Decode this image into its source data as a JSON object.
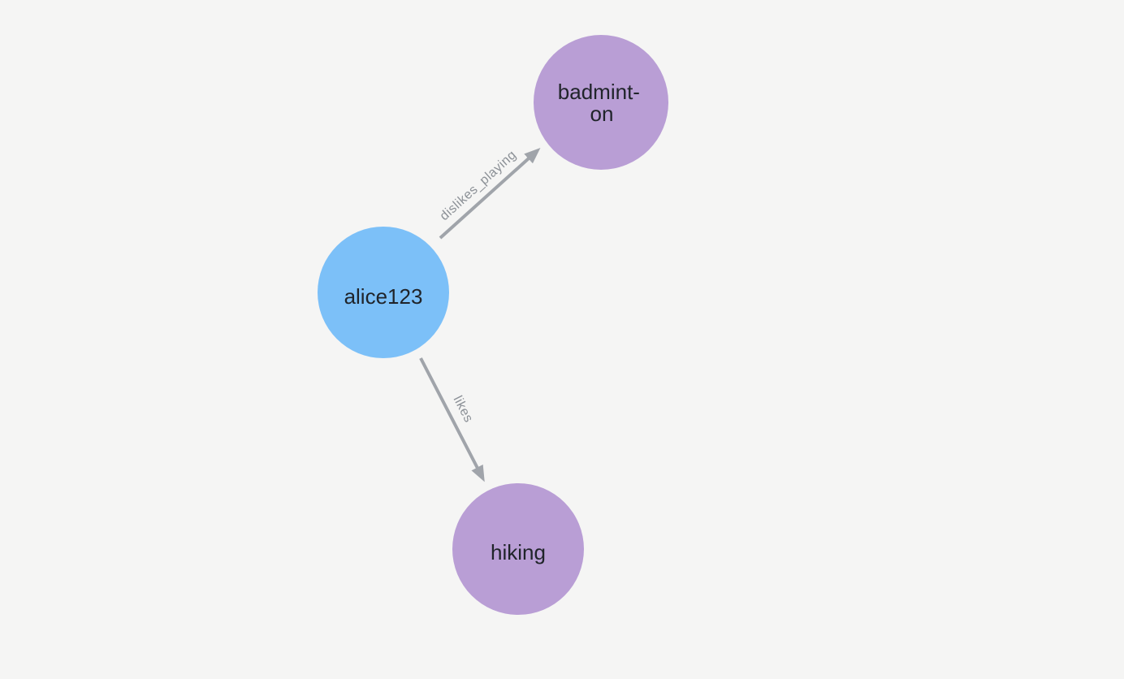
{
  "canvas": {
    "background_color": "#f5f5f4"
  },
  "graph": {
    "nodes": [
      {
        "lines": [
          "alice123"
        ],
        "fill": "#7cc0f8",
        "text_color": "#20242a"
      },
      {
        "lines": [
          "badmint-",
          "on"
        ],
        "fill": "#b99ed5",
        "text_color": "#20242a"
      },
      {
        "lines": [
          "hiking"
        ],
        "fill": "#b99ed5",
        "text_color": "#20242a"
      }
    ],
    "edges": [
      {
        "label": "dislikes_playing",
        "source": "alice123",
        "target": "badminton",
        "stroke": "#a0a4aa",
        "label_color": "#8b9096"
      },
      {
        "label": "likes",
        "source": "alice123",
        "target": "hiking",
        "stroke": "#a0a4aa",
        "label_color": "#8b9096"
      }
    ]
  }
}
